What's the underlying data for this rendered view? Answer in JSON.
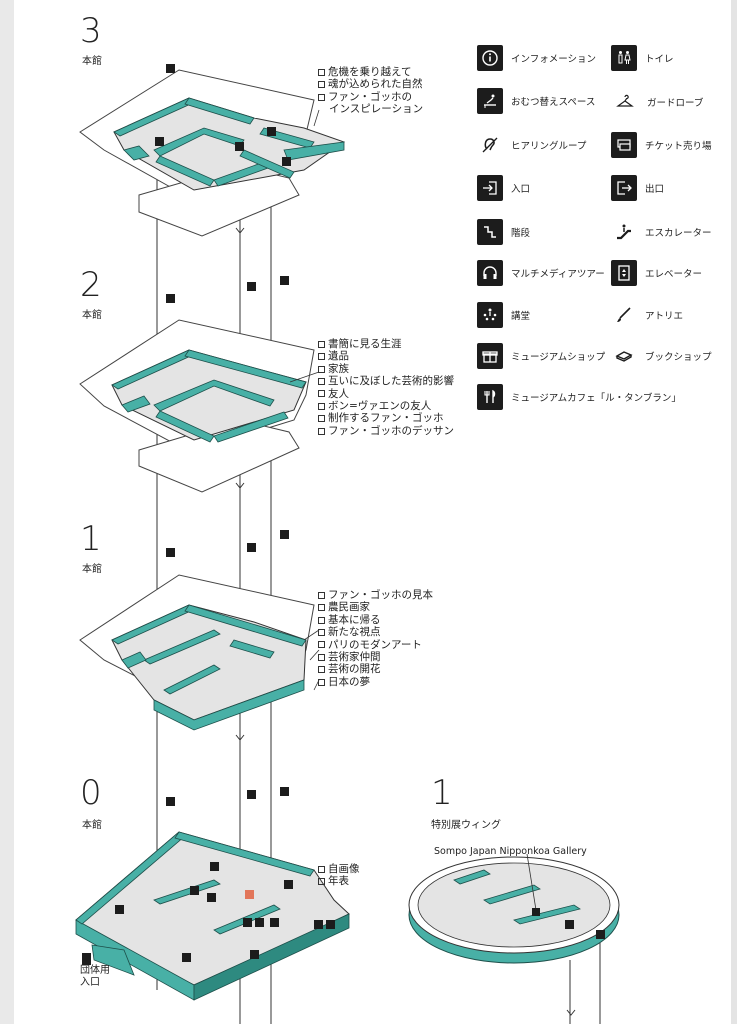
{
  "floors": [
    {
      "number": "3",
      "sub": "本館",
      "rooms": [
        "危機を乗り越えて",
        "魂が込められた自然",
        "ファン・ゴッホの",
        "インスピレーション"
      ]
    },
    {
      "number": "2",
      "sub": "本館",
      "rooms": [
        "書簡に見る生涯",
        "遺品",
        "家族",
        "互いに及ぼした芸術的影響",
        "友人",
        "ボン=ヴァエンの友人",
        "制作するファン・ゴッホ",
        "ファン・ゴッホのデッサン"
      ]
    },
    {
      "number": "1",
      "sub": "本館",
      "rooms": [
        "ファン・ゴッホの見本",
        "農民画家",
        "基本に帰る",
        "新たな視点",
        "パリのモダンアート",
        "芸術家仲間",
        "芸術の開花",
        "日本の夢"
      ]
    },
    {
      "number": "0",
      "sub": "本館",
      "rooms": [
        "自画像",
        "年表"
      ]
    }
  ],
  "wing": {
    "number": "1",
    "sub": "特別展ウィング",
    "gallery": "Sompo Japan Nipponkoa Gallery"
  },
  "group_entrance": "団体用\n入口",
  "legend": [
    {
      "icon": "info-icon",
      "label": "インフォメーション"
    },
    {
      "icon": "toilet-icon",
      "label": "トイレ"
    },
    {
      "icon": "baby-change-icon",
      "label": "おむつ替えスペース"
    },
    {
      "icon": "cloakroom-icon",
      "label": "ガードローブ"
    },
    {
      "icon": "hearing-loop-icon",
      "label": "ヒアリングループ"
    },
    {
      "icon": "ticket-icon",
      "label": "チケット売り場"
    },
    {
      "icon": "entrance-icon",
      "label": "入口"
    },
    {
      "icon": "exit-icon",
      "label": "出口"
    },
    {
      "icon": "stairs-icon",
      "label": "階段"
    },
    {
      "icon": "escalator-icon",
      "label": "エスカレーター"
    },
    {
      "icon": "headphones-icon",
      "label": "マルチメディアツアー"
    },
    {
      "icon": "elevator-icon",
      "label": "エレベーター"
    },
    {
      "icon": "auditorium-icon",
      "label": "講堂"
    },
    {
      "icon": "studio-icon",
      "label": "アトリエ"
    },
    {
      "icon": "gift-icon",
      "label": "ミュージアムショップ"
    },
    {
      "icon": "book-icon",
      "label": "ブックショップ"
    },
    {
      "icon": "cafe-icon",
      "label": "ミュージアムカフェ「ル・タンブラン」"
    }
  ],
  "colors": {
    "teal": "#48b0a6",
    "teal_dark": "#2e8a80",
    "floor_grey": "#d9d9d9",
    "ink": "#1c1c1c"
  }
}
